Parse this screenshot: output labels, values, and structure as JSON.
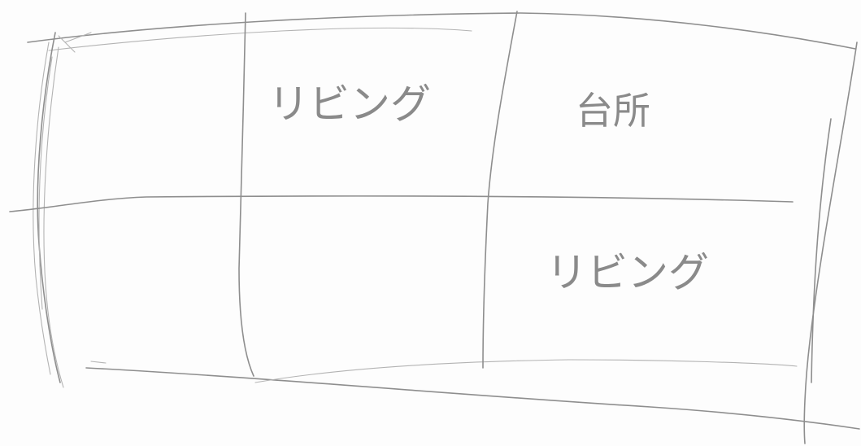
{
  "floor_plan": {
    "rooms": [
      {
        "label": "リビング"
      },
      {
        "label": "台所"
      },
      {
        "label": "リビング"
      }
    ]
  },
  "colors": {
    "paper": "#fdfdfd",
    "pencil": "#8e8e8e"
  }
}
